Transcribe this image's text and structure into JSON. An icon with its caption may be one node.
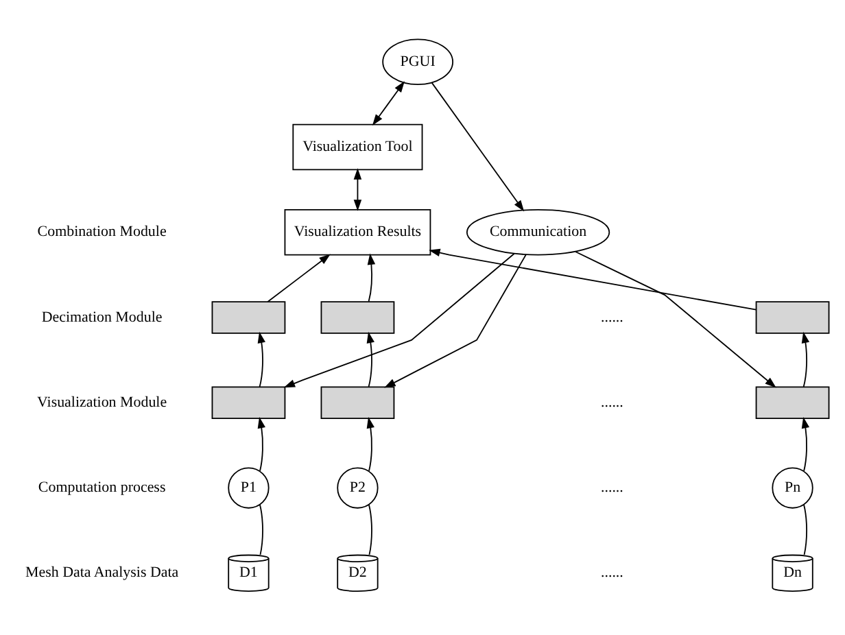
{
  "diagram": {
    "nodes": [
      {
        "text": [
          "PGUI"
        ]
      },
      {
        "text": [
          "Visualization Tool"
        ]
      },
      {
        "text": [
          "Visualization Results"
        ]
      },
      {
        "text": [
          "Communication"
        ]
      },
      {
        "text": [],
        "shape": "box"
      },
      {
        "text": [],
        "shape": "box"
      },
      {
        "text": [],
        "shape": "box"
      },
      {
        "text": [],
        "shape": "box"
      },
      {
        "text": [],
        "shape": "box"
      },
      {
        "text": [],
        "shape": "box"
      },
      {
        "text": [
          "P1"
        ]
      },
      {
        "text": [
          "P2"
        ]
      },
      {
        "text": [
          "Pn"
        ]
      },
      {
        "text": [
          "D1"
        ]
      },
      {
        "text": [
          "D2"
        ]
      },
      {
        "text": [
          "Dn"
        ]
      }
    ],
    "edges": [
      {
        "from": 0,
        "to": 1,
        "arrow": "both"
      },
      {
        "from": 1,
        "to": 2,
        "arrow": "both"
      },
      {
        "from": 0,
        "to": 3,
        "arrow": "to"
      },
      {
        "from": 4,
        "to": 2,
        "arrow": "to"
      },
      {
        "from": 5,
        "to": 2,
        "arrow": "to"
      },
      {
        "from": 6,
        "to": 2,
        "arrow": "to"
      },
      {
        "from": 3,
        "to": 7,
        "arrow": "to"
      },
      {
        "from": 3,
        "to": 8,
        "arrow": "to"
      },
      {
        "from": 3,
        "to": 9,
        "arrow": "to"
      },
      {
        "from": 7,
        "to": 4,
        "arrow": "to"
      },
      {
        "from": 8,
        "to": 5,
        "arrow": "to"
      },
      {
        "from": 9,
        "to": 6,
        "arrow": "to"
      },
      {
        "from": 10,
        "to": 7,
        "arrow": "to"
      },
      {
        "from": 11,
        "to": 8,
        "arrow": "to"
      },
      {
        "from": 12,
        "to": 9,
        "arrow": "to"
      },
      {
        "from": 13,
        "to": 10,
        "arrow": "none"
      },
      {
        "from": 14,
        "to": 11,
        "arrow": "none"
      },
      {
        "from": 15,
        "to": 12,
        "arrow": "none"
      }
    ],
    "labels": [
      "Combination Module",
      "Decimation Module",
      "......",
      "Visualization Module",
      "......",
      "Computation process",
      "......",
      "Mesh Data Analysis Data",
      "......"
    ]
  }
}
